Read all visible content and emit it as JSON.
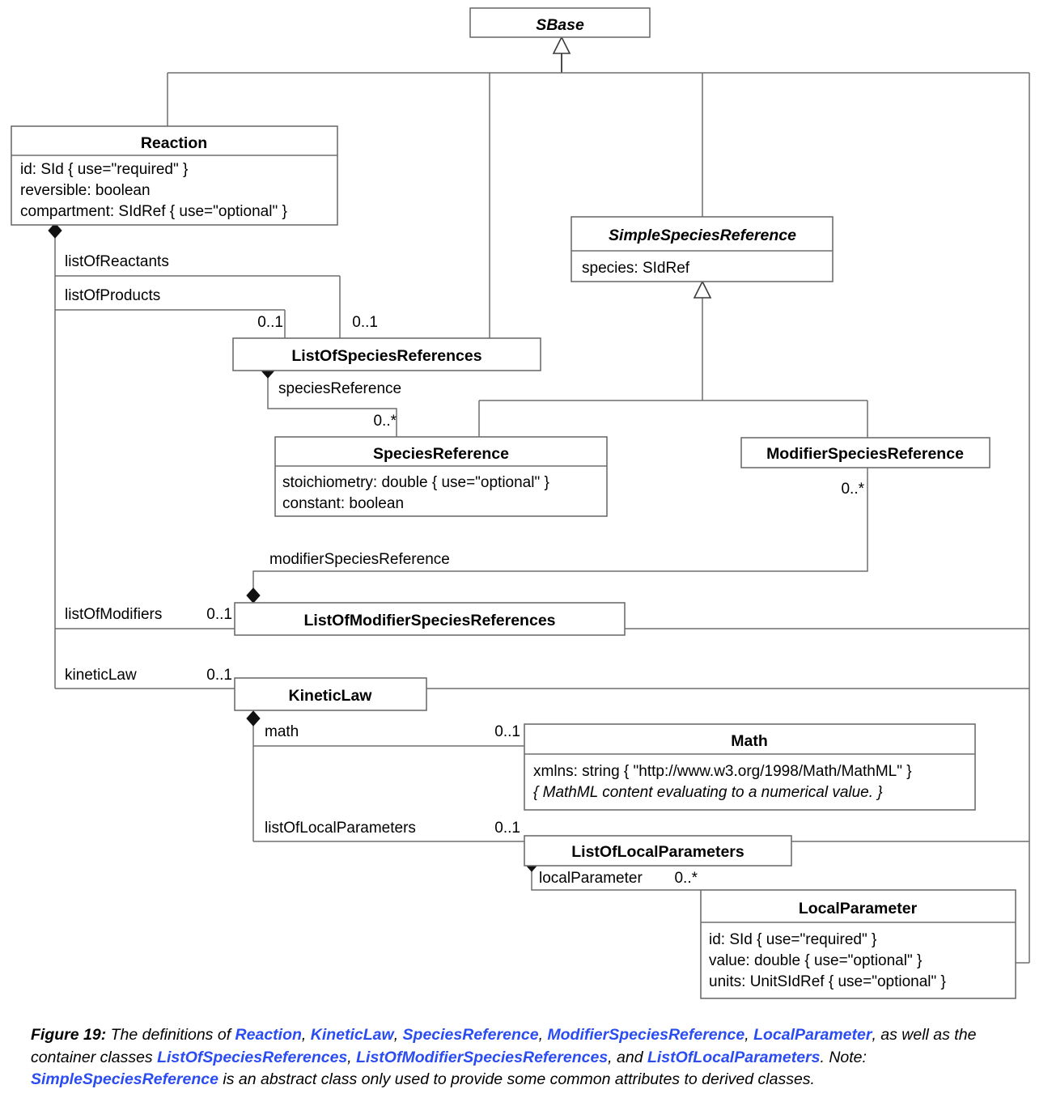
{
  "figure": {
    "number": "Figure 19:",
    "line1_pre": "The definitions of ",
    "line1_refs": [
      "Reaction",
      "KineticLaw",
      "SpeciesReference",
      "ModifierSpeciesReference",
      "LocalParameter"
    ],
    "line1_post": ", as well as the container classes ",
    "line2_refs": [
      "ListOfSpeciesReferences",
      "ListOfModifierSpeciesReferences",
      "ListOfLocalParameters"
    ],
    "line2_post": ".",
    "note_label": "Note: ",
    "note_ref": "SimpleSpeciesReference",
    "note_post": " is an abstract class only used to provide some common attributes to derived classes.",
    "and_word": "and",
    "comma": ",",
    "ref_color": "#2b4cf0"
  },
  "classes": {
    "sbase": {
      "name": "SBase",
      "abstract": true,
      "attributes": []
    },
    "reaction": {
      "name": "Reaction",
      "abstract": false,
      "attributes": [
        "id: SId { use=\"required\" }",
        "reversible: boolean",
        "compartment: SIdRef { use=\"optional\" }"
      ]
    },
    "simple_species_reference": {
      "name": "SimpleSpeciesReference",
      "abstract": true,
      "attributes": [
        "species: SIdRef"
      ]
    },
    "list_of_species_references": {
      "name": "ListOfSpeciesReferences",
      "abstract": false,
      "attributes": []
    },
    "species_reference": {
      "name": "SpeciesReference",
      "abstract": false,
      "attributes": [
        "stoichiometry: double { use=\"optional\" }",
        "constant: boolean"
      ]
    },
    "modifier_species_reference": {
      "name": "ModifierSpeciesReference",
      "abstract": false,
      "attributes": []
    },
    "list_of_modifier_species_references": {
      "name": "ListOfModifierSpeciesReferences",
      "abstract": false,
      "attributes": []
    },
    "kinetic_law": {
      "name": "KineticLaw",
      "abstract": false,
      "attributes": []
    },
    "math": {
      "name": "Math",
      "abstract": false,
      "attributes": [
        "xmlns: string { \"http://www.w3.org/1998/Math/MathML\" }"
      ],
      "attributes_italic": [
        "{ MathML content evaluating to a numerical value. }"
      ]
    },
    "list_of_local_parameters": {
      "name": "ListOfLocalParameters",
      "abstract": false,
      "attributes": []
    },
    "local_parameter": {
      "name": "LocalParameter",
      "abstract": false,
      "attributes": [
        "id: SId { use=\"required\" }",
        "value: double { use=\"optional\" }",
        "units: UnitSIdRef { use=\"optional\" }"
      ]
    }
  },
  "associations": {
    "list_of_reactants": {
      "role": "listOfReactants",
      "multiplicity": "0..1"
    },
    "list_of_products": {
      "role": "listOfProducts",
      "multiplicity": "0..1"
    },
    "species_reference": {
      "role": "speciesReference",
      "multiplicity": "0..*"
    },
    "modifier_species_reference": {
      "role": "modifierSpeciesReference",
      "multiplicity": "0..*"
    },
    "list_of_modifiers": {
      "role": "listOfModifiers",
      "multiplicity": "0..1"
    },
    "kinetic_law": {
      "role": "kineticLaw",
      "multiplicity": "0..1"
    },
    "math": {
      "role": "math",
      "multiplicity": "0..1"
    },
    "list_of_local_parameters": {
      "role": "listOfLocalParameters",
      "multiplicity": "0..1"
    },
    "local_parameter": {
      "role": "localParameter",
      "multiplicity": "0..*"
    }
  }
}
